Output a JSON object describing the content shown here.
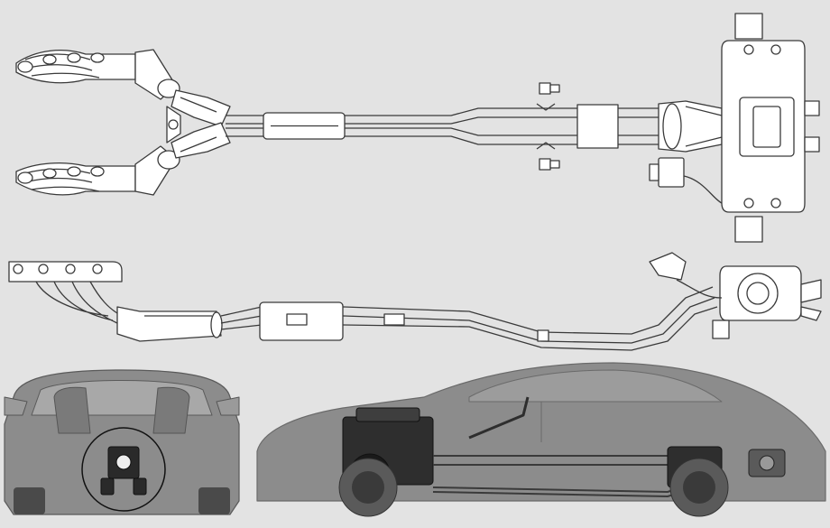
{
  "figure": {
    "views": [
      {
        "id": "top-view",
        "subject": "exhaust-system-plan"
      },
      {
        "id": "side-view",
        "subject": "exhaust-system-elevation"
      },
      {
        "id": "rear-view",
        "subject": "car-rear-cutaway"
      },
      {
        "id": "profile-view",
        "subject": "car-side-cutaway"
      }
    ]
  },
  "colors": {
    "background": "#e3e3e3",
    "line": "#3a3a3a",
    "fill_light": "#ffffff",
    "car_body": "#8c8c8c",
    "car_body_dark": "#6a6a6a",
    "mechanical": "#2e2e2e"
  }
}
